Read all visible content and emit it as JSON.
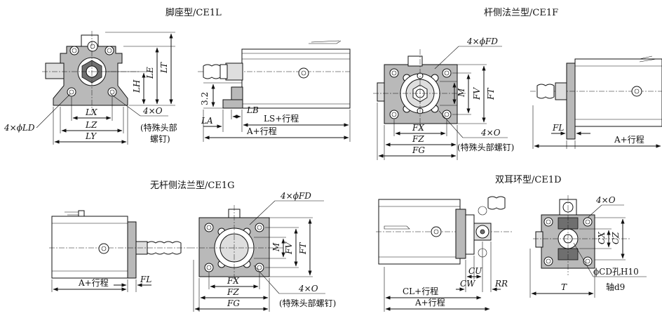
{
  "views": {
    "foot": {
      "title": "脚座型/CE1L",
      "dims": {
        "ld": "4×ϕLD",
        "lx": "LX",
        "lz": "LZ",
        "ly": "LY",
        "o": "4×O",
        "o_note1": "(特殊头部",
        "o_note2": "螺钉)",
        "lh": "LH",
        "le": "LE",
        "lt": "LT",
        "h32": "3.2",
        "lb": "LB",
        "la": "LA",
        "ls": "LS+行程",
        "a": "A+行程"
      }
    },
    "rod_flange": {
      "title": "杆侧法兰型/CE1F",
      "dims": {
        "fd": "4×ϕFD",
        "m": "M",
        "fv": "FV",
        "ft": "FT",
        "fx": "FX",
        "fz": "FZ",
        "fg": "FG",
        "o": "4×O",
        "o_note": "(特殊头部螺钉)",
        "fl": "FL",
        "a": "A+行程"
      }
    },
    "head_flange": {
      "title": "无杆侧法兰型/CE1G",
      "dims": {
        "fd": "4×ϕFD",
        "m": "M",
        "fv": "FV",
        "ft": "FT",
        "fx": "FX",
        "fz": "FZ",
        "fg": "FG",
        "o": "4×O",
        "o_note": "(特殊头部螺钉)",
        "a": "A+行程",
        "fl": "FL"
      }
    },
    "clevis": {
      "title": "双耳环型/CE1D",
      "dims": {
        "o": "4×O",
        "cx": "CX",
        "cz": "CZ",
        "cd": "ϕCD孔H10",
        "shaft": "轴d9",
        "cu": "CU",
        "cw": "CW",
        "rr": "RR",
        "cl": "CL+行程",
        "a": "A+行程",
        "t": "T"
      }
    }
  }
}
